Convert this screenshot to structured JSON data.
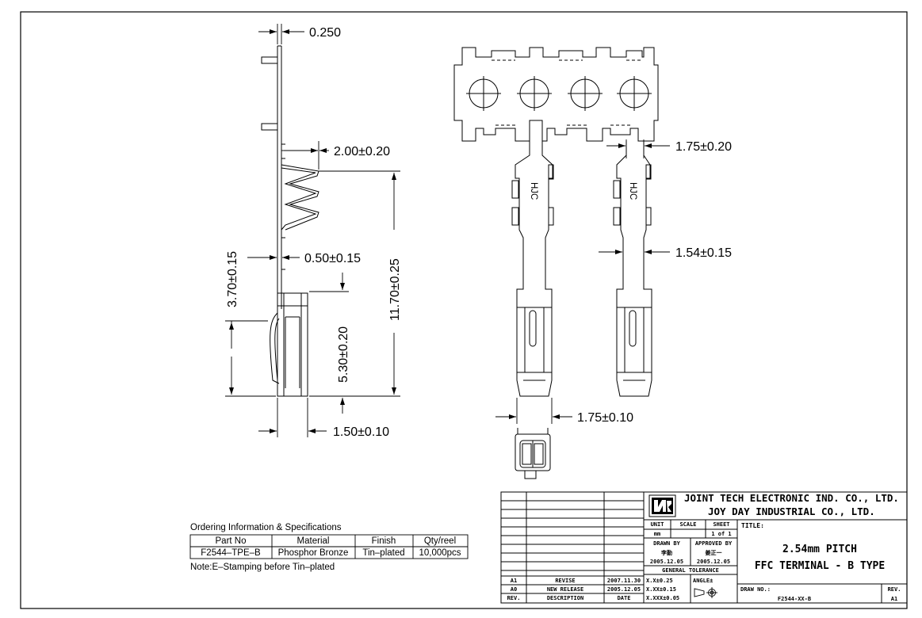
{
  "dimensions": {
    "thickness": "0.250",
    "spring_height": "2.00±0.20",
    "overall_length": "11.70±0.25",
    "contact_height": "3.70±0.15",
    "spring_gap": "0.50±0.15",
    "crimp_length": "5.30±0.20",
    "side_width": "1.50±0.10",
    "head_width": "1.75±0.20",
    "neck_width": "1.54±0.15",
    "crimp_width": "1.75±0.10"
  },
  "marking": "HJC",
  "ordering": {
    "heading": "Ordering Information & Specifications",
    "columns": [
      "Part No",
      "Material",
      "Finish",
      "Qty/reel"
    ],
    "rows": [
      [
        "F2544–TPE–B",
        "Phosphor Bronze",
        "Tin–plated",
        "10,000pcs"
      ]
    ],
    "note": "Note:E–Stamping before Tin–plated"
  },
  "title_block": {
    "company_1": "JOINT TECH ELECTRONIC IND. CO., LTD.",
    "company_2": "JOY DAY INDUSTRIAL CO., LTD.",
    "unit_label": "UNIT",
    "unit_value": "mm",
    "scale_label": "SCALE",
    "sheet_label": "SHEET",
    "sheet_value": "1 of 1",
    "title_label": "TITLE:",
    "title_line1": "2.54mm PITCH",
    "title_line2": "FFC TERMINAL - B TYPE",
    "drawn_by_label": "DRAWN BY",
    "drawn_by_name": "李勤",
    "drawn_date": "2005.12.05",
    "approved_by_label": "APPROVED BY",
    "approved_by_name": "姜正一",
    "approved_date": "2005.12.05",
    "general_tolerance_label": "GENERAL TOLERANCE",
    "tol_1": "X.X±0.25",
    "tol_2": "X.XX±0.15",
    "tol_3": "X.XXX±0.05",
    "angle_label": "ANGLE±",
    "draw_no_label": "DRAW NO.:",
    "draw_no": "F2544-XX-B",
    "rev_label": "REV.",
    "rev_value": "A1",
    "revisions": [
      {
        "rev": "A1",
        "description": "REVISE",
        "date": "2007.11.30"
      },
      {
        "rev": "A0",
        "description": "NEW RELEASE",
        "date": "2005.12.05"
      }
    ],
    "header": {
      "rev": "REV.",
      "description": "DESCRIPTION",
      "date": "DATE"
    }
  }
}
